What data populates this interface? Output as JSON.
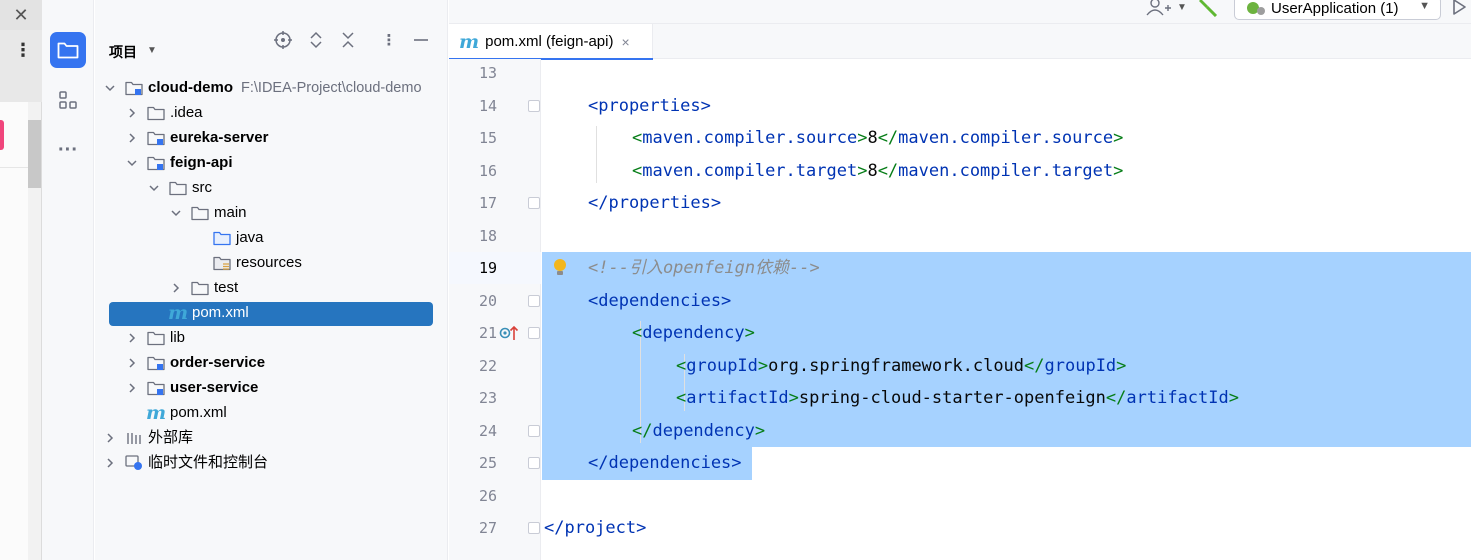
{
  "background_window": {
    "close_glyph": "✕",
    "menu_glyph": "⋮"
  },
  "activity_bar": {
    "items": [
      {
        "icon": "folder-icon",
        "active": true
      },
      {
        "icon": "structure-icon",
        "active": false
      },
      {
        "icon": "more-icon",
        "glyph": "···",
        "active": false
      }
    ]
  },
  "project_panel": {
    "title": "项目",
    "tree": [
      {
        "label": "cloud-demo",
        "path": "F:\\IDEA-Project\\cloud-demo",
        "bold": true,
        "arrow": "down",
        "icon": "module-folder-icon"
      },
      {
        "label": ".idea",
        "bold": false,
        "arrow": "right",
        "icon": "folder-icon"
      },
      {
        "label": "eureka-server",
        "bold": true,
        "arrow": "right",
        "icon": "module-folder-icon"
      },
      {
        "label": "feign-api",
        "bold": true,
        "arrow": "down",
        "icon": "module-folder-icon"
      },
      {
        "label": "src",
        "bold": false,
        "arrow": "down",
        "icon": "folder-icon"
      },
      {
        "label": "main",
        "bold": false,
        "arrow": "down",
        "icon": "folder-icon"
      },
      {
        "label": "java",
        "bold": false,
        "arrow": "none",
        "icon": "source-folder-icon"
      },
      {
        "label": "resources",
        "bold": false,
        "arrow": "none",
        "icon": "resources-folder-icon"
      },
      {
        "label": "test",
        "bold": false,
        "arrow": "right",
        "icon": "folder-icon"
      },
      {
        "label": "pom.xml",
        "bold": false,
        "arrow": "none",
        "icon": "maven-icon",
        "selected": true
      },
      {
        "label": "lib",
        "bold": false,
        "arrow": "right",
        "icon": "folder-icon"
      },
      {
        "label": "order-service",
        "bold": true,
        "arrow": "right",
        "icon": "module-folder-icon"
      },
      {
        "label": "user-service",
        "bold": true,
        "arrow": "right",
        "icon": "module-folder-icon"
      },
      {
        "label": "pom.xml",
        "bold": false,
        "arrow": "none",
        "icon": "maven-icon"
      },
      {
        "label": "外部库",
        "bold": false,
        "arrow": "right",
        "icon": "library-icon"
      },
      {
        "label": "临时文件和控制台",
        "bold": false,
        "arrow": "right",
        "icon": "scratches-icon"
      }
    ]
  },
  "toolbar": {
    "run_config": "UserApplication (1)",
    "icons": [
      "add-user-icon",
      "build-hammer-icon",
      "run-icon"
    ]
  },
  "editor": {
    "tab": {
      "label": "pom.xml (feign-api)",
      "icon_glyph": "m",
      "close_glyph": "×"
    },
    "current_line": 19,
    "lines": [
      {
        "n": "13",
        "indent": 0,
        "parts": []
      },
      {
        "n": "14",
        "indent": 1,
        "parts": [
          {
            "t": "tag",
            "v": "<properties>"
          }
        ]
      },
      {
        "n": "15",
        "indent": 2,
        "parts": [
          {
            "t": "br",
            "v": "<"
          },
          {
            "t": "tag",
            "v": "maven.compiler.source"
          },
          {
            "t": "br",
            "v": ">"
          },
          {
            "t": "txt",
            "v": "8"
          },
          {
            "t": "br",
            "v": "</"
          },
          {
            "t": "tag",
            "v": "maven.compiler.source"
          },
          {
            "t": "br",
            "v": ">"
          }
        ]
      },
      {
        "n": "16",
        "indent": 2,
        "parts": [
          {
            "t": "br",
            "v": "<"
          },
          {
            "t": "tag",
            "v": "maven.compiler.target"
          },
          {
            "t": "br",
            "v": ">"
          },
          {
            "t": "txt",
            "v": "8"
          },
          {
            "t": "br",
            "v": "</"
          },
          {
            "t": "tag",
            "v": "maven.compiler.target"
          },
          {
            "t": "br",
            "v": ">"
          }
        ]
      },
      {
        "n": "17",
        "indent": 1,
        "parts": [
          {
            "t": "tag",
            "v": "</properties>"
          }
        ]
      },
      {
        "n": "18",
        "indent": 0,
        "parts": []
      },
      {
        "n": "19",
        "indent": 1,
        "parts": [
          {
            "t": "comment",
            "v": "<!--引入openfeign依赖-->"
          }
        ]
      },
      {
        "n": "20",
        "indent": 1,
        "parts": [
          {
            "t": "tag",
            "v": "<dependencies>"
          }
        ]
      },
      {
        "n": "21",
        "indent": 2,
        "parts": [
          {
            "t": "br",
            "v": "<"
          },
          {
            "t": "tag",
            "v": "dependency"
          },
          {
            "t": "br",
            "v": ">"
          }
        ]
      },
      {
        "n": "22",
        "indent": 3,
        "parts": [
          {
            "t": "br",
            "v": "<"
          },
          {
            "t": "tag",
            "v": "groupId"
          },
          {
            "t": "br",
            "v": ">"
          },
          {
            "t": "txt",
            "v": "org.springframework.cloud"
          },
          {
            "t": "br",
            "v": "</"
          },
          {
            "t": "tag",
            "v": "groupId"
          },
          {
            "t": "br",
            "v": ">"
          }
        ]
      },
      {
        "n": "23",
        "indent": 3,
        "parts": [
          {
            "t": "br",
            "v": "<"
          },
          {
            "t": "tag",
            "v": "artifactId"
          },
          {
            "t": "br",
            "v": ">"
          },
          {
            "t": "txt",
            "v": "spring-cloud-starter-openfeign"
          },
          {
            "t": "br",
            "v": "</"
          },
          {
            "t": "tag",
            "v": "artifactId"
          },
          {
            "t": "br",
            "v": ">"
          }
        ]
      },
      {
        "n": "24",
        "indent": 2,
        "parts": [
          {
            "t": "br",
            "v": "</"
          },
          {
            "t": "tag",
            "v": "dependency"
          },
          {
            "t": "br",
            "v": ">"
          }
        ]
      },
      {
        "n": "25",
        "indent": 1,
        "parts": [
          {
            "t": "tag",
            "v": "</dependencies>"
          }
        ]
      },
      {
        "n": "26",
        "indent": 0,
        "parts": []
      },
      {
        "n": "27",
        "indent": 0,
        "parts": [
          {
            "t": "tag",
            "v": "</project>"
          }
        ]
      }
    ]
  },
  "colors": {
    "accent": "#3574f0",
    "selection": "#a6d2ff",
    "tree_selection": "#2675bf",
    "xml_tag": "#0033b3",
    "xml_bracket": "#067d17",
    "comment": "#8c8c8c"
  }
}
